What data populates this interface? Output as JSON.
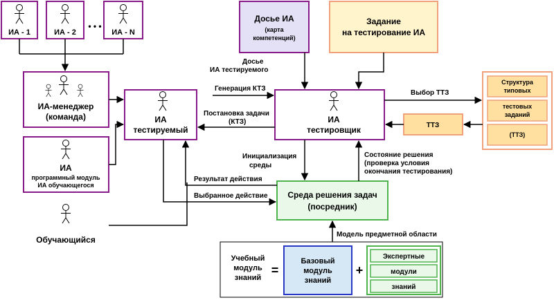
{
  "agents": {
    "ia1": "ИА - 1",
    "ia2": "ИА - 2",
    "iaN": "ИА - N",
    "dots": "• • •"
  },
  "manager": {
    "line1": "ИА-менеджер",
    "line2": "(команда)"
  },
  "learner_module": {
    "title": "ИА",
    "line1": "программный модуль",
    "line2": "ИА обучающегося"
  },
  "student": "Обучающийся",
  "tested": {
    "line1": "ИА",
    "line2": "тестируемый"
  },
  "tester": {
    "line1": "ИА",
    "line2": "тестировщик"
  },
  "dossier": {
    "title": "Досье ИА",
    "line1": "(карта",
    "line2": "компетенций)"
  },
  "assignment": {
    "line1": "Задание",
    "line2": "на тестирование ИА"
  },
  "environment": {
    "line1": "Среда решения задач",
    "line2": "(посредник)"
  },
  "structure": {
    "line1": "Структура",
    "line2": "типовых",
    "line3": "тестовых",
    "line4": "заданий",
    "line5": "(ТТЗ)"
  },
  "ttz": "ТТЗ",
  "arrows": {
    "dossier_tested_1": "Досье",
    "dossier_tested_2": "ИА тестируемого",
    "ktz_generation": "Генерация КТЗ",
    "task_setting_1": "Постановка задачи",
    "task_setting_2": "(КТЗ)",
    "ttz_choice": "Выбор ТТЗ",
    "init_1": "Инициализация",
    "init_2": "среды",
    "state_1": "Состояние решения",
    "state_2": "(проверка условия",
    "state_3": "окончания тестирования)",
    "action_result": "Результат действия",
    "chosen_action": "Выбранное действие",
    "domain_model": "Модель предметной области"
  },
  "knowledge": {
    "line1": "Учебный",
    "line2": "модуль",
    "line3": "знаний",
    "equals": "=",
    "plus": "+",
    "base_1": "Базовый",
    "base_2": "модуль",
    "base_3": "знаний",
    "expert_1": "Экспертные",
    "expert_2": "модули",
    "expert_3": "знаний"
  },
  "colors": {
    "purple": "#8a1a8a",
    "dossier_fill": "#e4e1f6",
    "assignment_fill": "#fff4cc",
    "orange": "#f0a07a",
    "structure_fill": "#ffe0a0",
    "green": "#4db34d",
    "green_fill": "#e9f8e9",
    "blue": "#2a38c8",
    "base_fill": "#d6e8f6"
  }
}
